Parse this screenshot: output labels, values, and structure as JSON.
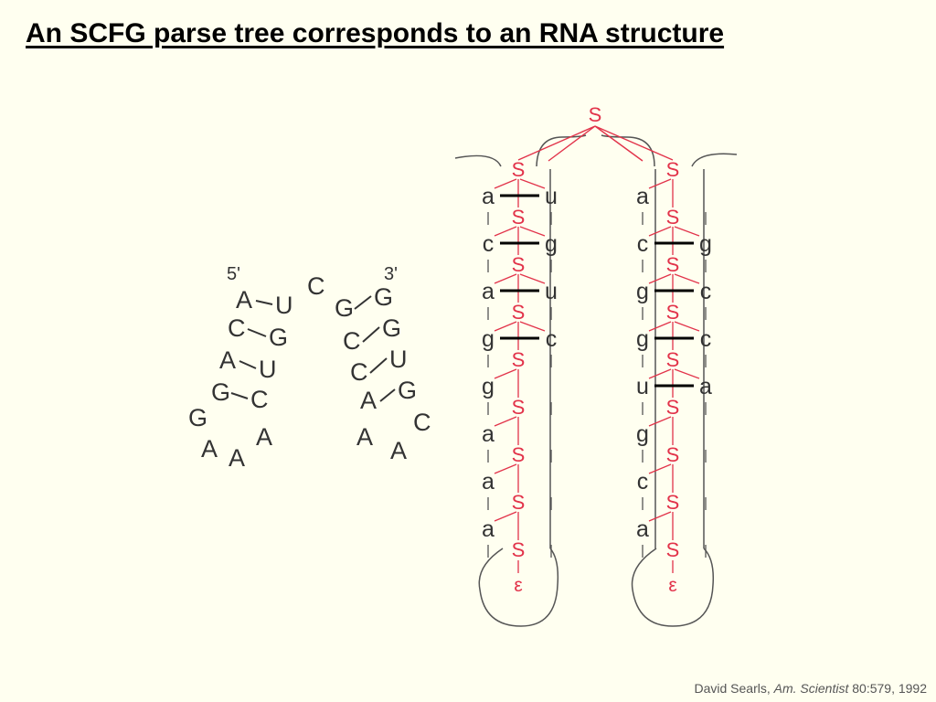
{
  "title": "An SCFG parse tree corresponds to an RNA structure",
  "citation": {
    "author": "David Searls,",
    "journal": "Am. Scientist",
    "ref": "80:579, 1992"
  },
  "colors": {
    "background": "#FFFFF0",
    "nonterminal": "#E2334A",
    "text": "#333333",
    "outline": "#555555"
  },
  "rna_structure": {
    "five_prime": "5'",
    "three_prime": "3'",
    "bases": [
      "A",
      "U",
      "C",
      "G",
      "A",
      "U",
      "G",
      "C",
      "G",
      "A",
      "A",
      "A",
      "C",
      "G",
      "G",
      "C",
      "G",
      "C",
      "U",
      "A",
      "G",
      "A",
      "C",
      "A"
    ]
  },
  "parse_tree": {
    "root": "S",
    "nonterminal": "S",
    "epsilon": "ε",
    "left_branch": [
      {
        "left": "a",
        "right": "u",
        "paired": true
      },
      {
        "left": "c",
        "right": "g",
        "paired": true
      },
      {
        "left": "a",
        "right": "u",
        "paired": true
      },
      {
        "left": "g",
        "right": "c",
        "paired": true
      },
      {
        "left": "g",
        "right": "",
        "paired": false
      },
      {
        "left": "a",
        "right": "",
        "paired": false
      },
      {
        "left": "a",
        "right": "",
        "paired": false
      },
      {
        "left": "a",
        "right": "",
        "paired": false
      }
    ],
    "right_branch": [
      {
        "left": "a",
        "right": "",
        "paired": false
      },
      {
        "left": "c",
        "right": "g",
        "paired": true
      },
      {
        "left": "g",
        "right": "c",
        "paired": true
      },
      {
        "left": "g",
        "right": "c",
        "paired": true
      },
      {
        "left": "u",
        "right": "a",
        "paired": true
      },
      {
        "left": "g",
        "right": "",
        "paired": false
      },
      {
        "left": "c",
        "right": "",
        "paired": false
      },
      {
        "left": "a",
        "right": "",
        "paired": false
      }
    ]
  }
}
